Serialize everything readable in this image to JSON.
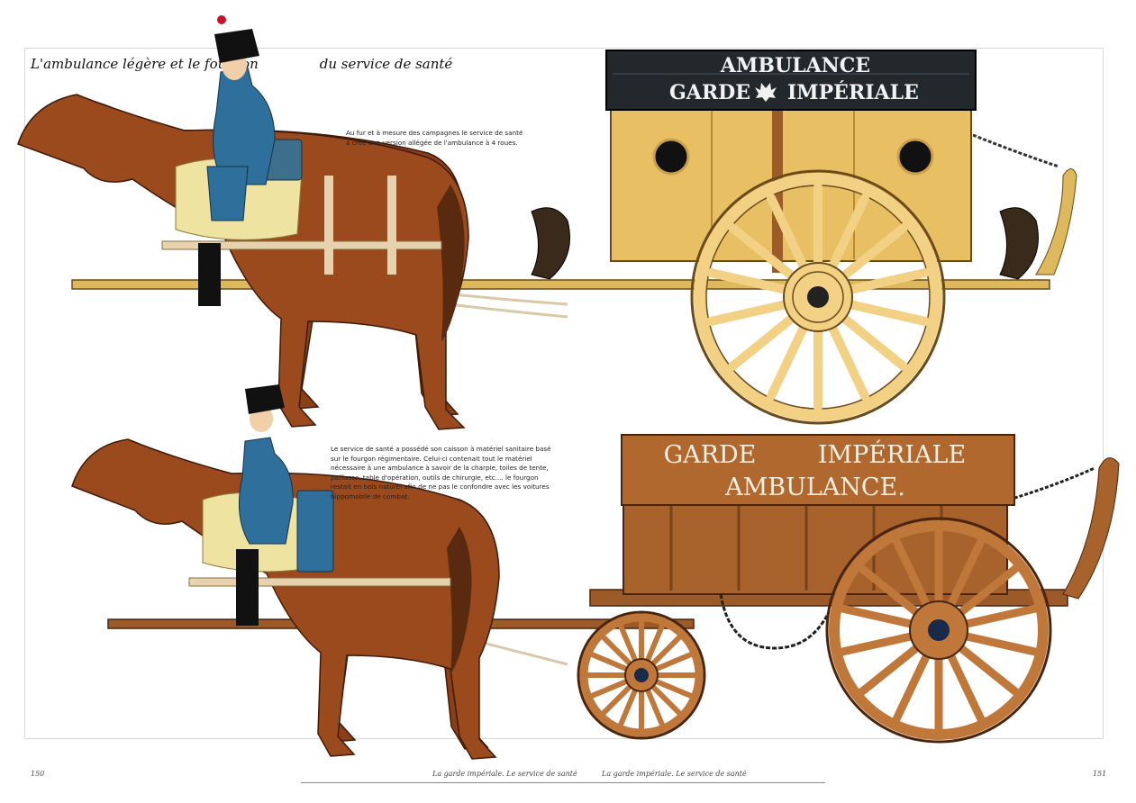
{
  "title": {
    "part1": "L'ambulance légère et le fourgon",
    "part2": "du service de santé"
  },
  "captions": {
    "light_ambulance": "Au fur et à mesure des campagnes le service de santé a créé une version allégée de l'ambulance à 4 roues.",
    "fourgon": "Le service de santé a possédé son caisson à matériel sanitaire basé sur le fourgon régimentaire. Celui-ci contenait tout le matériel nécessaire à une ambulance à savoir de la charpie, toiles de tente, paillasse, table d'opération, outils de chirurgie, etc.... le fourgon restait en bois naturel afin de ne pas le confondre avec les voitures hippomobile de combat."
  },
  "vehicle_signs": {
    "ambulance_line1": "AMBULANCE",
    "ambulance_line2a": "GARDE",
    "ambulance_line2b": "IMPÉRIALE",
    "fourgon_line1a": "GARDE",
    "fourgon_line1b": "IMPÉRIALE",
    "fourgon_line2": "AMBULANCE."
  },
  "footer": {
    "page_left": "150",
    "page_right": "151",
    "running_left": "La garde impériale. Le service de santé",
    "running_right": "La garde impériale. Le service de santé"
  },
  "colors": {
    "ambulance_body": "#e9bf63",
    "ambulance_top": "#23282c",
    "ambulance_wheel": "#f2d184",
    "fourgon_wood": "#a8622b",
    "fourgon_wheel": "#c0783a",
    "horse_coat": "#9a4a1c",
    "uniform_blue": "#2f6f9c"
  },
  "icons": [
    "eagle-icon"
  ]
}
